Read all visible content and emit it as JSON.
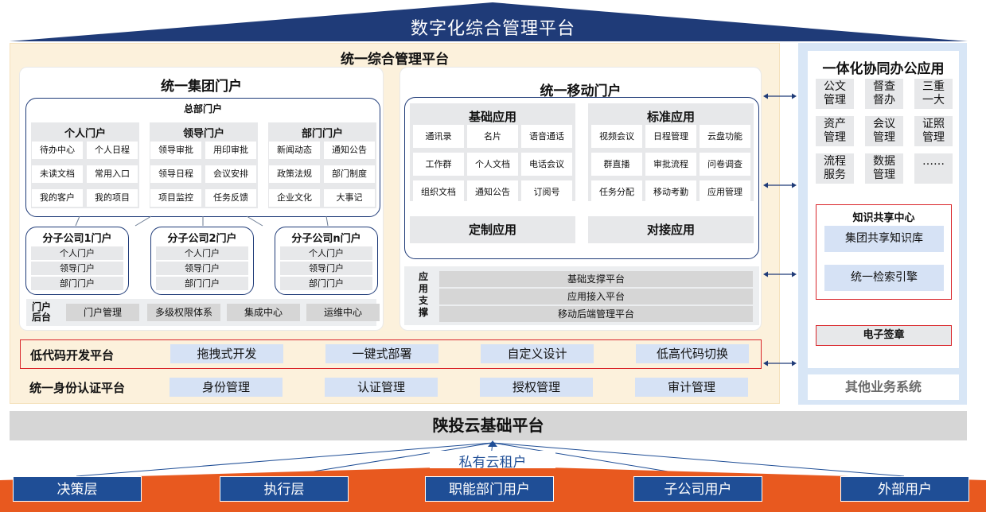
{
  "header": {
    "title": "数字化综合管理平台"
  },
  "main": {
    "title": "统一综合管理平台"
  },
  "group_portal": {
    "title": "统一集团门户",
    "hq": {
      "title": "总部门户",
      "columns": [
        {
          "title": "个人门户",
          "items": [
            "待办中心",
            "个人日程",
            "未读文档",
            "常用入口",
            "我的客户",
            "我的项目"
          ]
        },
        {
          "title": "领导门户",
          "items": [
            "领导审批",
            "用印审批",
            "领导日程",
            "会议安排",
            "项目监控",
            "任务反馈"
          ]
        },
        {
          "title": "部门门户",
          "items": [
            "新闻动态",
            "通知公告",
            "政策法规",
            "部门制度",
            "企业文化",
            "大事记"
          ]
        }
      ]
    },
    "subs": [
      {
        "title": "分子公司1门户",
        "items": [
          "个人门户",
          "领导门户",
          "部门门户"
        ]
      },
      {
        "title": "分子公司2门户",
        "items": [
          "个人门户",
          "领导门户",
          "部门门户"
        ]
      },
      {
        "title": "分子公司n门户",
        "items": [
          "个人门户",
          "领导门户",
          "部门门户"
        ]
      }
    ],
    "backend": {
      "label": "门户\n后台",
      "items": [
        "门户管理",
        "多级权限体系",
        "集成中心",
        "运维中心"
      ]
    }
  },
  "mobile_portal": {
    "title": "统一移动门户",
    "basic": {
      "title": "基础应用",
      "items": [
        "通讯录",
        "名片",
        "语音通话",
        "工作群",
        "个人文档",
        "电话会议",
        "组织文档",
        "通知公告",
        "订阅号"
      ]
    },
    "standard": {
      "title": "标准应用",
      "items": [
        "视频会议",
        "日程管理",
        "云盘功能",
        "群直播",
        "审批流程",
        "问卷调查",
        "任务分配",
        "移动考勤",
        "应用管理"
      ]
    },
    "custom": "定制应用",
    "dock": "对接应用",
    "support": {
      "label": "应用支撑",
      "items": [
        "基础支撑平台",
        "应用接入平台",
        "移动后端管理平台"
      ]
    }
  },
  "lowcode": {
    "label": "低代码开发平台",
    "items": [
      "拖拽式开发",
      "一键式部署",
      "自定义设计",
      "低高代码切换"
    ]
  },
  "identity": {
    "label": "统一身份认证平台",
    "items": [
      "身份管理",
      "认证管理",
      "授权管理",
      "审计管理"
    ]
  },
  "office": {
    "title": "一体化协同办公应用",
    "items": [
      "公文\n管理",
      "督查\n督办",
      "三重\n一大",
      "资产\n管理",
      "会议\n管理",
      "证照\n管理",
      "流程\n服务",
      "数据\n管理",
      "……"
    ],
    "knowledge": {
      "title": "知识共享中心",
      "items": [
        "集团共享知识库",
        "统一检索引擎"
      ]
    },
    "esign": "电子签章",
    "other": "其他业务系统"
  },
  "base": {
    "title": "陕投云基础平台",
    "tenant": "私有云租户"
  },
  "users": [
    "决策层",
    "执行层",
    "职能部门用户",
    "子公司用户",
    "外部用户"
  ],
  "colors": {
    "navy": "#1f3b78",
    "brand_blue": "#1f4e96",
    "orange": "#e8591f",
    "cream": "#fcf1dc",
    "highlight_red": "#d9252a"
  }
}
